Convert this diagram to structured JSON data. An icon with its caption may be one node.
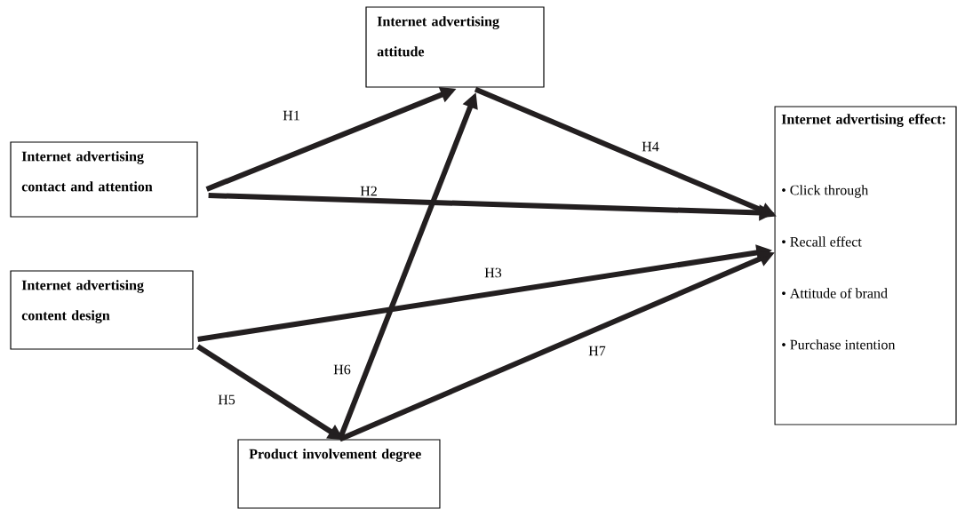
{
  "diagram": {
    "nodes": [
      {
        "text": [
          "Internet advertising attitude"
        ]
      },
      {
        "text": [
          "Internet advertising contact and attention"
        ]
      },
      {
        "text": [
          "Internet advertising content design"
        ]
      },
      {
        "text": [
          "Product involvement degree"
        ]
      },
      {
        "text": [
          "Internet advertising effect:",
          "• Click through",
          "• Recall effect",
          "• Attitude of brand",
          "• Purchase intention"
        ]
      }
    ],
    "edges": [
      {
        "from": 1,
        "to": 0,
        "arrow": "to",
        "label": "H1"
      },
      {
        "from": 1,
        "to": 4,
        "arrow": "to",
        "label": "H2"
      },
      {
        "from": 2,
        "to": 4,
        "arrow": "to",
        "label": "H3"
      },
      {
        "from": 0,
        "to": 4,
        "arrow": "to",
        "label": "H4"
      },
      {
        "from": 2,
        "to": 3,
        "arrow": "to",
        "label": "H5"
      },
      {
        "from": 3,
        "to": 0,
        "arrow": "to",
        "label": "H6"
      },
      {
        "from": 3,
        "to": 4,
        "arrow": "to",
        "label": "H7"
      }
    ]
  }
}
